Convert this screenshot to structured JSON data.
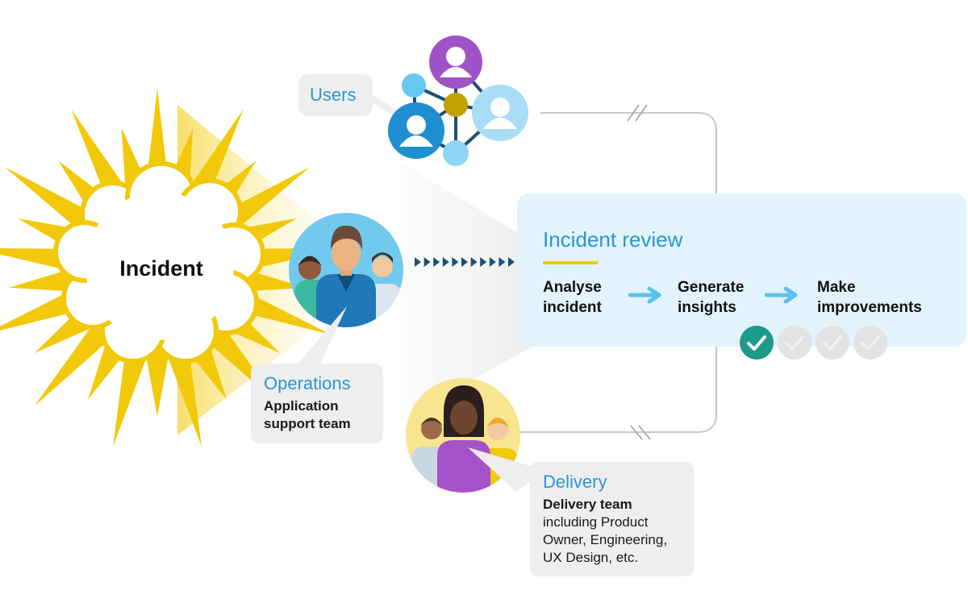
{
  "incident": {
    "label": "Incident"
  },
  "users": {
    "label": "Users"
  },
  "operations": {
    "title": "Operations",
    "description": "Application support team"
  },
  "delivery": {
    "title": "Delivery",
    "description_bold": "Delivery team",
    "description": "including Product Owner, Engineering, UX Design, etc."
  },
  "incident_review": {
    "title": "Incident review",
    "steps": [
      {
        "label": "Analyse incident"
      },
      {
        "label": "Generate insights"
      },
      {
        "label": "Make improvements"
      }
    ],
    "progress": {
      "completed": 1,
      "total": 4
    }
  },
  "colors": {
    "accent_blue": "#2b96cf",
    "panel_bg": "#e2f3fb",
    "burst_yellow": "#f2c80a",
    "check_done": "#1c9a8a",
    "check_pending": "#e3e3e3",
    "bubble_bg": "#eeeeee"
  }
}
